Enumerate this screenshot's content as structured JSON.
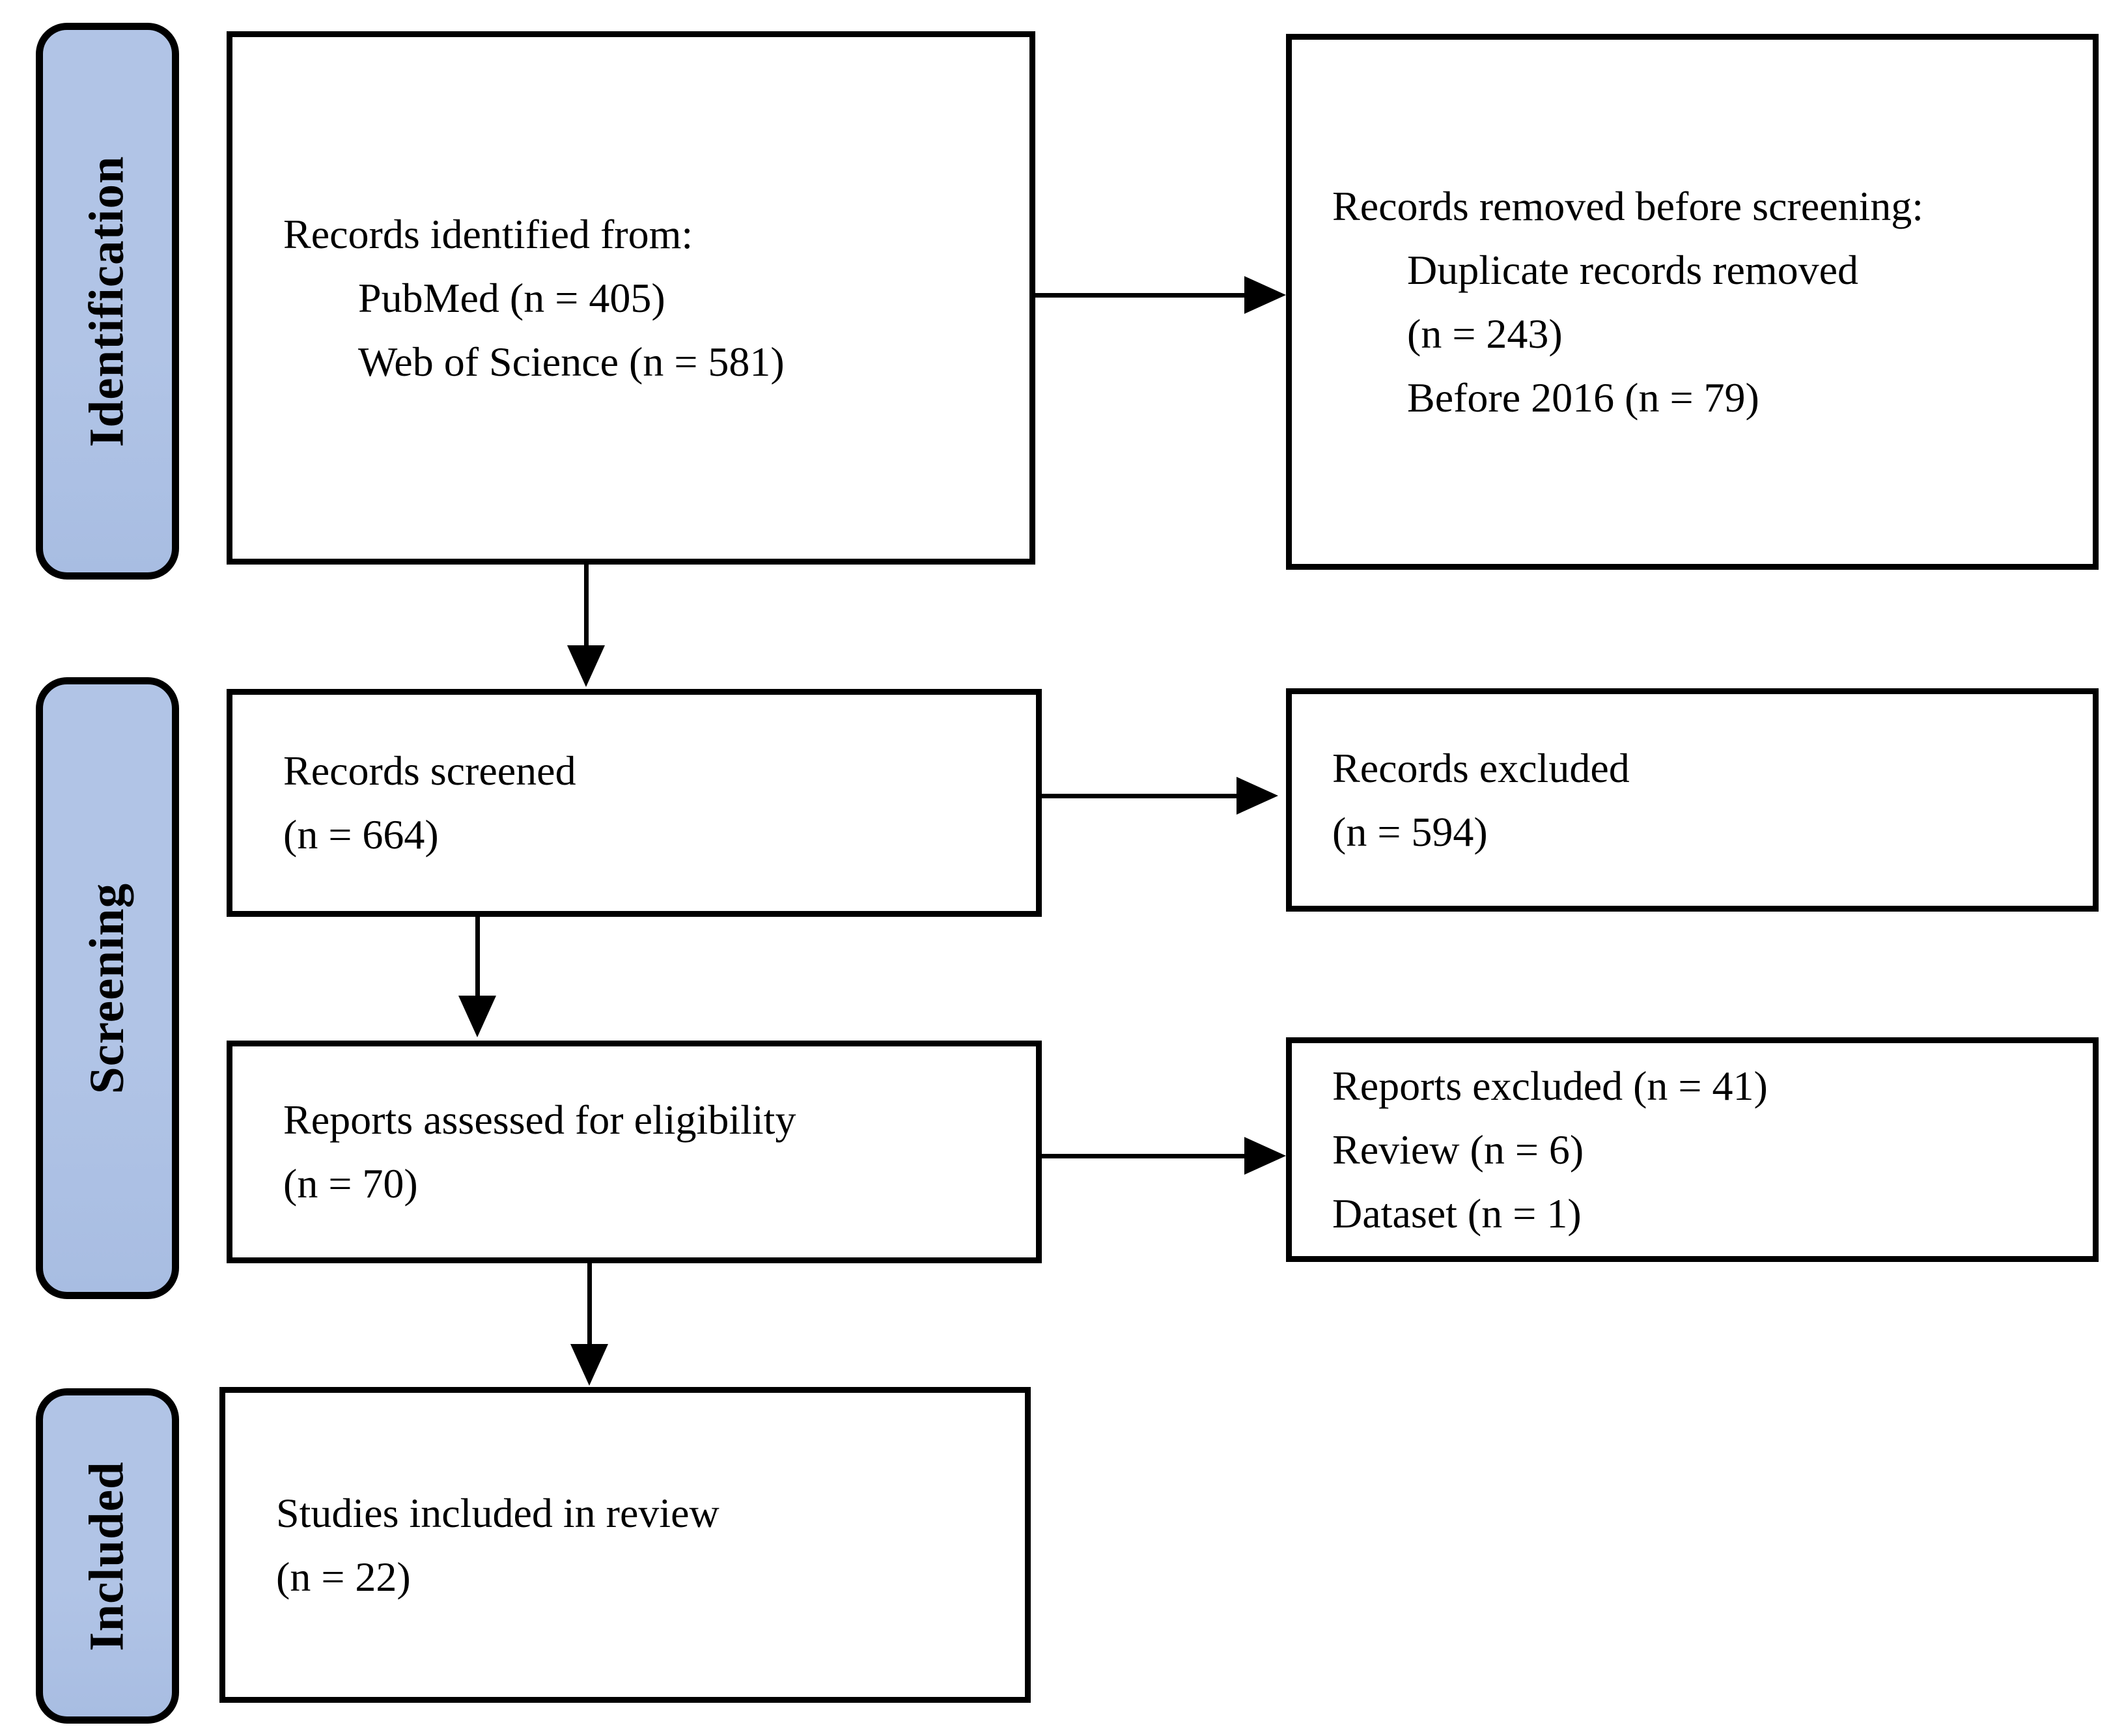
{
  "colors": {
    "stage_fill": "#b1c4e6",
    "stage_fill_dark": "#a8bde2",
    "line": "#000000",
    "background": "#ffffff"
  },
  "stages": [
    {
      "label": "Identification"
    },
    {
      "label": "Screening"
    },
    {
      "label": "Included"
    }
  ],
  "boxes": {
    "records_identified": {
      "lines": [
        "Records identified from:",
        "PubMed (n = 405)",
        "Web of Science (n = 581)"
      ]
    },
    "records_removed": {
      "lines": [
        "Records removed before screening:",
        "Duplicate records removed",
        "(n = 243)",
        "Before 2016 (n = 79)"
      ]
    },
    "records_screened": {
      "lines": [
        "Records screened",
        "(n = 664)"
      ]
    },
    "records_excluded": {
      "lines": [
        "Records excluded",
        "(n = 594)"
      ]
    },
    "reports_assessed": {
      "lines": [
        "Reports assessed for eligibility",
        "(n = 70)"
      ]
    },
    "reports_excluded": {
      "lines": [
        "Reports excluded (n = 41)",
        "Review (n = 6)",
        "Dataset (n = 1)"
      ]
    },
    "studies_included": {
      "lines": [
        "Studies included in review",
        "(n = 22)"
      ]
    }
  }
}
